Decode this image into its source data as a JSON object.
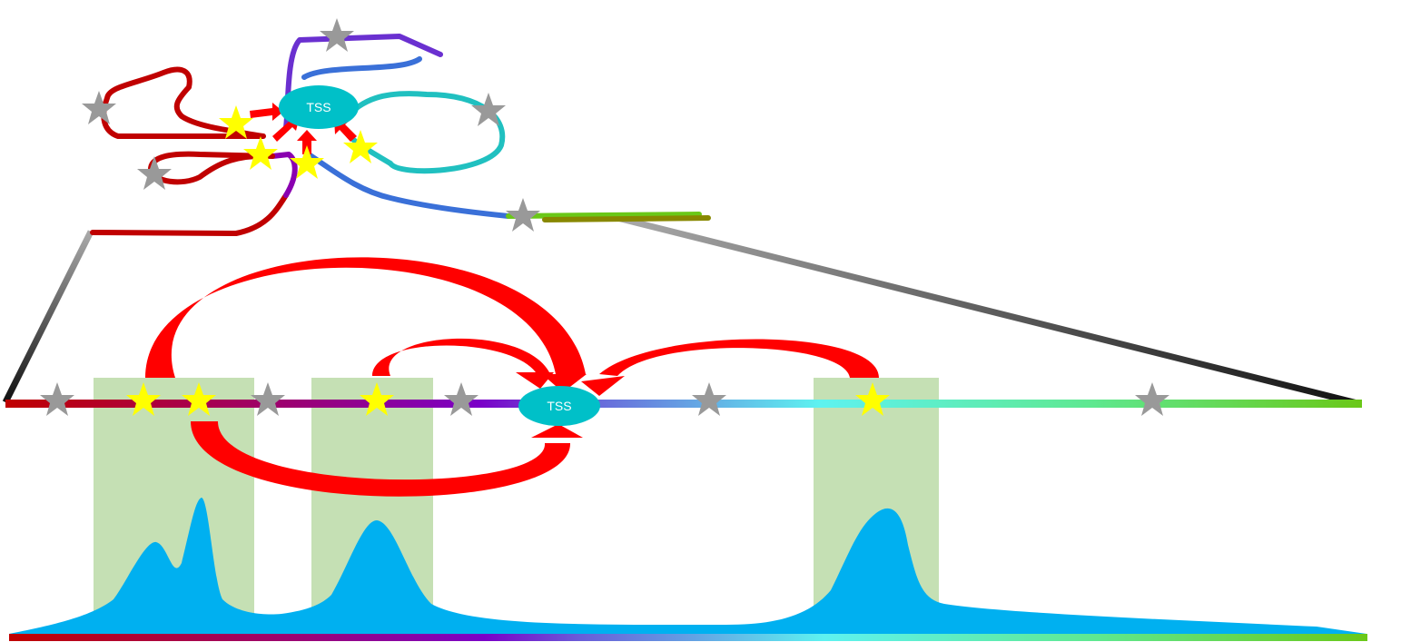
{
  "labels": {
    "tss_top": "TSS",
    "tss_bottom": "TSS"
  },
  "colors": {
    "background": "#ffffff",
    "region_highlight": "#c5e0b4",
    "signal_fill": "#00b0f0",
    "tss_fill": "#00c0c8",
    "loop_arrow": "#ff0000",
    "enhancer_star": "#ffff00",
    "other_star": "#999999",
    "gradient": [
      "#c00000",
      "#9a0078",
      "#7a00c8",
      "#6a5cd8",
      "#5ef2f0",
      "#5ee890",
      "#6ac818"
    ]
  },
  "icons": {
    "enhancer_marker": "yellow-star",
    "site_marker": "gray-star",
    "promoter": "tss-ellipse",
    "interaction": "curved-red-arrow"
  }
}
